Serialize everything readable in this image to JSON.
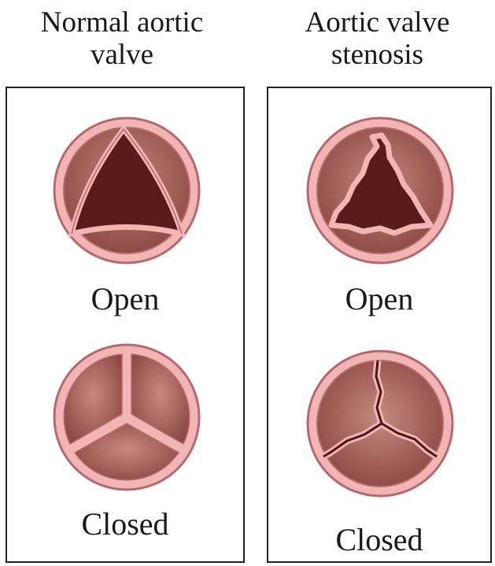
{
  "panels": {
    "normal": {
      "title_line1": "Normal aortic",
      "title_line2": "valve",
      "open_label": "Open",
      "closed_label": "Closed"
    },
    "stenosis": {
      "title_line1": "Aortic valve",
      "title_line2": "stenosis",
      "open_label": "Open",
      "closed_label": "Closed"
    }
  },
  "colors": {
    "ring": "#f2b5b5",
    "ring_stroke": "#b7686d",
    "cusp": "#9c5550",
    "cusp_light": "#c08277",
    "opening": "#5a1b1b",
    "border": "#222222"
  }
}
